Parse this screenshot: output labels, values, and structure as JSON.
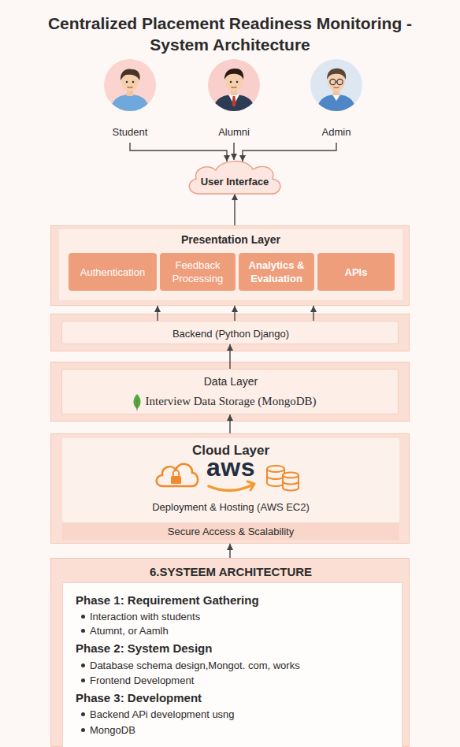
{
  "diagram": {
    "title": "Centralized Placement Readiness Monitoring - System Architecture",
    "nodes": [
      {
        "text": [
          "Student"
        ]
      },
      {
        "text": [
          "Alumni"
        ]
      },
      {
        "text": [
          "Admin"
        ]
      },
      {
        "text": [
          "User Interface"
        ]
      },
      {
        "text": [
          "Presentation Layer"
        ]
      },
      {
        "text": [
          "Authentication"
        ],
        "in": 4
      },
      {
        "text": [
          "Feedback Processing"
        ],
        "in": 4
      },
      {
        "text": [
          "Analytics & Evaluation"
        ],
        "in": 4
      },
      {
        "text": [
          "APIs"
        ],
        "in": 4
      },
      {
        "text": [
          "Backend (Python Django)"
        ]
      },
      {
        "text": [
          "Data Layer",
          "Interview Data Storage (MongoDB)"
        ]
      },
      {
        "text": [
          "Cloud Layer",
          "Deployment & Hosting (AWS EC2)"
        ]
      },
      {
        "text": [
          "Secure Access & Scalability"
        ],
        "in": 11
      },
      {
        "text": [
          "6.SYSTEEM ARCHITECTURE"
        ]
      },
      {
        "text": [
          "Phase 1: Requirement Gathering",
          "Interaction with students",
          "Atumnt, or Aamlh",
          "Phase 2: System Design",
          "Database schema design,Mongot. com, works",
          "Frontend Development",
          "Phase 3: Development",
          "Backend APi development usng",
          "MongoDB"
        ],
        "in": 13
      }
    ],
    "edges": [
      {
        "from": 0,
        "to": 3,
        "arrow": "to"
      },
      {
        "from": 1,
        "to": 3,
        "arrow": "to"
      },
      {
        "from": 2,
        "to": 3,
        "arrow": "to"
      },
      {
        "from": 4,
        "to": 3,
        "arrow": "to"
      },
      {
        "from": 9,
        "to": 4,
        "arrow": "to"
      },
      {
        "from": 9,
        "to": 4,
        "arrow": "to"
      },
      {
        "from": 9,
        "to": 4,
        "arrow": "to"
      },
      {
        "from": 10,
        "to": 9,
        "arrow": "to"
      },
      {
        "from": 11,
        "to": 10,
        "arrow": "to"
      },
      {
        "from": 13,
        "to": 11,
        "arrow": "to"
      }
    ],
    "labels": [
      "aws"
    ]
  }
}
